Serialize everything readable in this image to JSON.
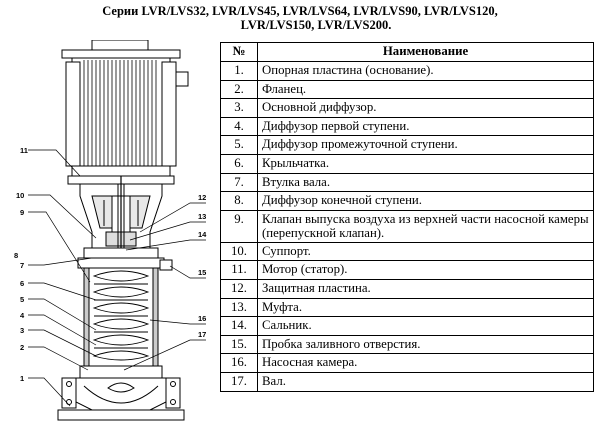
{
  "title": {
    "line1": "Серии LVR/LVS32, LVR/LVS45, LVR/LVS64, LVR/LVS90, LVR/LVS120,",
    "line2": "LVR/LVS150, LVR/LVS200."
  },
  "table": {
    "header_num": "№",
    "header_name": "Наименование",
    "rows": [
      {
        "num": "1.",
        "name": "Опорная пластина (основание)."
      },
      {
        "num": "2.",
        "name": "Фланец."
      },
      {
        "num": "3.",
        "name": "Основной диффузор."
      },
      {
        "num": "4.",
        "name": "Диффузор первой ступени."
      },
      {
        "num": "5.",
        "name": "Диффузор промежуточной ступени."
      },
      {
        "num": "6.",
        "name": "Крыльчатка."
      },
      {
        "num": "7.",
        "name": "Втулка вала."
      },
      {
        "num": "8.",
        "name": "Диффузор конечной ступени."
      },
      {
        "num": "9.",
        "name": "Клапан выпуска воздуха из верхней части насосной камеры (перепускной клапан)."
      },
      {
        "num": "10.",
        "name": "Суппорт."
      },
      {
        "num": "11.",
        "name": "Мотор (статор)."
      },
      {
        "num": "12.",
        "name": "Защитная пластина."
      },
      {
        "num": "13.",
        "name": "Муфта."
      },
      {
        "num": "14.",
        "name": "Сальник."
      },
      {
        "num": "15.",
        "name": "Пробка заливного отверстия."
      },
      {
        "num": "16.",
        "name": "Насосная камера."
      },
      {
        "num": "17.",
        "name": "Вал."
      }
    ]
  },
  "callouts": [
    "1",
    "2",
    "3",
    "4",
    "5",
    "6",
    "7",
    "8",
    "9",
    "10",
    "11",
    "12",
    "13",
    "14",
    "15",
    "16",
    "17"
  ]
}
